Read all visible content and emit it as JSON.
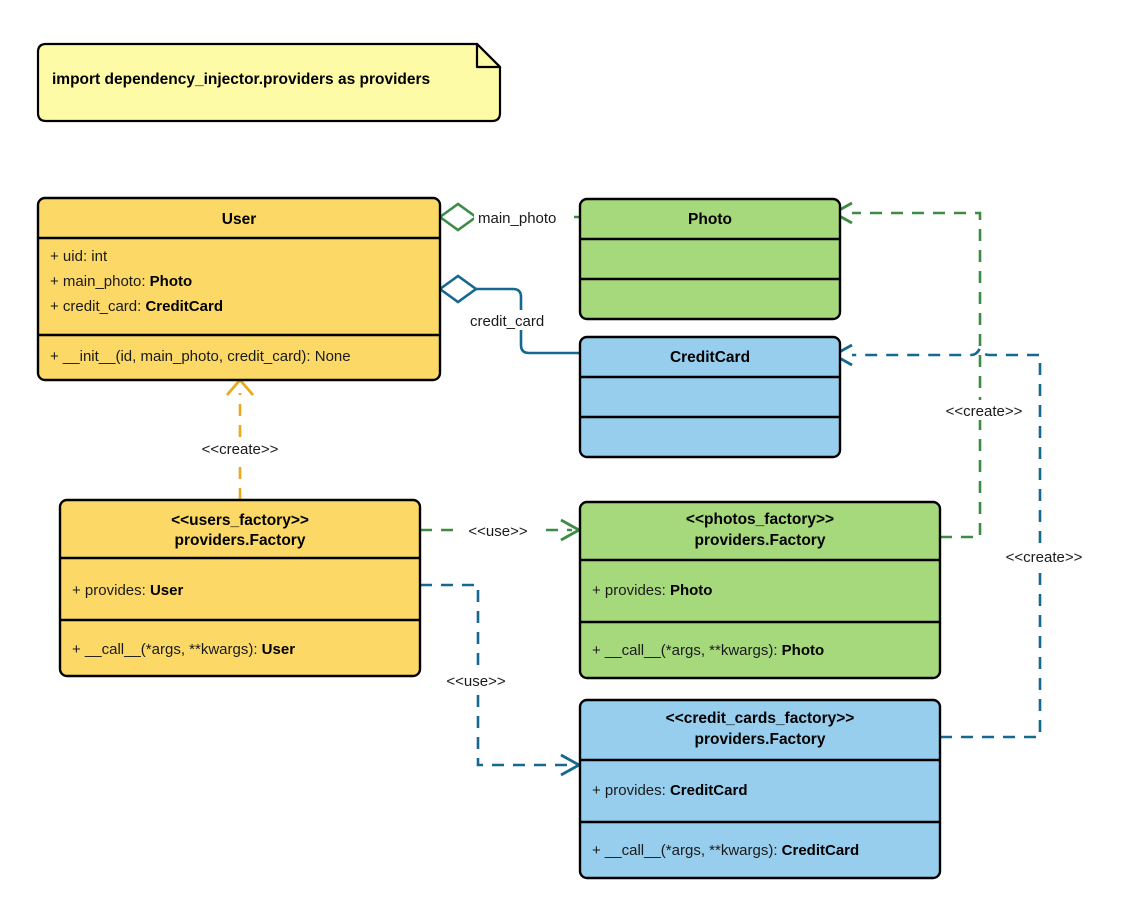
{
  "diagram": {
    "kind": "uml-class-diagram",
    "title": "dependency_injector providers factory diagram",
    "colors": {
      "yellow_fill": "#FCD966",
      "green_fill": "#A6D97C",
      "blue_fill": "#97CEEE",
      "note_fill": "#FEFBA6",
      "green_line": "#3C8C46",
      "blue_line": "#15688F",
      "orange_line": "#E8A91B",
      "border": "#000000",
      "background": "#FFFFFF"
    }
  },
  "note": {
    "text": "import dependency_injector.providers as providers"
  },
  "classes": [
    {
      "id": "user",
      "title": "User",
      "stereotype": "",
      "color": "#FCD966",
      "attributes": [
        {
          "visibility": "+",
          "name": "uid: ",
          "type": "int",
          "type_bold": false
        },
        {
          "visibility": "+",
          "name": "main_photo: ",
          "type": "Photo",
          "type_bold": true
        },
        {
          "visibility": "+",
          "name": "credit_card: ",
          "type": "CreditCard",
          "type_bold": true
        }
      ],
      "methods": [
        {
          "visibility": "+",
          "name": "__init__(id, main_photo, credit_card): ",
          "type": "None",
          "type_bold": false
        }
      ]
    },
    {
      "id": "photo",
      "title": "Photo",
      "stereotype": "",
      "color": "#A6D97C",
      "attributes": [],
      "methods": []
    },
    {
      "id": "credit_card",
      "title": "CreditCard",
      "stereotype": "",
      "color": "#97CEEE",
      "attributes": [],
      "methods": []
    },
    {
      "id": "users_factory",
      "title": "providers.Factory",
      "stereotype": "<<users_factory>>",
      "color": "#FCD966",
      "attributes": [
        {
          "visibility": "+",
          "name": "provides: ",
          "type": "User",
          "type_bold": true
        }
      ],
      "methods": [
        {
          "visibility": "+",
          "name": "__call__(*args, **kwargs): ",
          "type": "User",
          "type_bold": true
        }
      ]
    },
    {
      "id": "photos_factory",
      "title": "providers.Factory",
      "stereotype": "<<photos_factory>>",
      "color": "#A6D97C",
      "attributes": [
        {
          "visibility": "+",
          "name": "provides: ",
          "type": "Photo",
          "type_bold": true
        }
      ],
      "methods": [
        {
          "visibility": "+",
          "name": "__call__(*args, **kwargs): ",
          "type": "Photo",
          "type_bold": true
        }
      ]
    },
    {
      "id": "credit_cards_factory",
      "title": "providers.Factory",
      "stereotype": "<<credit_cards_factory>>",
      "color": "#97CEEE",
      "attributes": [
        {
          "visibility": "+",
          "name": "provides: ",
          "type": "CreditCard",
          "type_bold": true
        }
      ],
      "methods": [
        {
          "visibility": "+",
          "name": "__call__(*args, **kwargs): ",
          "type": "CreditCard",
          "type_bold": true
        }
      ]
    }
  ],
  "edges": [
    {
      "id": "user-photo",
      "kind": "aggregation",
      "from": "user",
      "to": "photo",
      "label": "main_photo",
      "color": "#3C8C46"
    },
    {
      "id": "user-creditcard",
      "kind": "aggregation",
      "from": "user",
      "to": "credit_card",
      "label": "credit_card",
      "color": "#15688F"
    },
    {
      "id": "usersfactory-user",
      "kind": "create",
      "from": "users_factory",
      "to": "user",
      "label": "<<create>>",
      "color": "#E8A91B"
    },
    {
      "id": "usersfactory-photosfactory",
      "kind": "use",
      "from": "users_factory",
      "to": "photos_factory",
      "label": "<<use>>",
      "color": "#3C8C46"
    },
    {
      "id": "usersfactory-creditcardsfactory",
      "kind": "use",
      "from": "users_factory",
      "to": "credit_cards_factory",
      "label": "<<use>>",
      "color": "#15688F"
    },
    {
      "id": "photosfactory-photo",
      "kind": "create",
      "from": "photos_factory",
      "to": "photo",
      "label": "<<create>>",
      "color": "#3C8C46"
    },
    {
      "id": "creditcardsfactory-creditcard",
      "kind": "create",
      "from": "credit_cards_factory",
      "to": "credit_card",
      "label": "<<create>>",
      "color": "#15688F"
    }
  ]
}
